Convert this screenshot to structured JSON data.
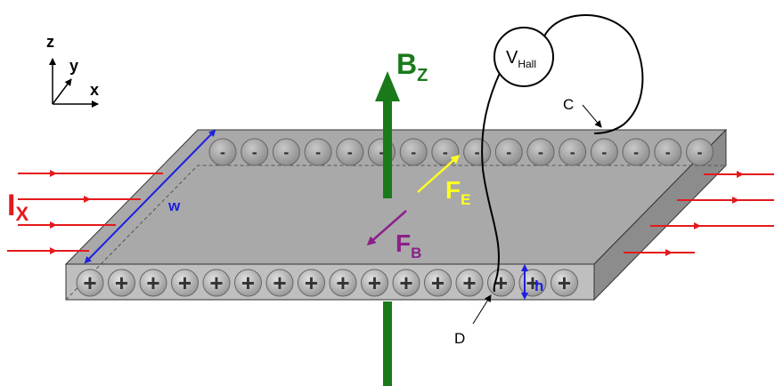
{
  "axes": {
    "z": "z",
    "y": "y",
    "x": "x"
  },
  "labels": {
    "bz_main": "B",
    "bz_sub": "Z",
    "vhall_main": "V",
    "vhall_sub": "Hall",
    "c": "C",
    "d": "D",
    "ix_main": "I",
    "ix_sub": "X",
    "w": "w",
    "h": "h",
    "fe_main": "F",
    "fe_sub": "E",
    "fb_main": "F",
    "fb_sub": "B"
  },
  "charges": {
    "top": "-",
    "bottom": "+",
    "top_count": 16,
    "bottom_count": 16
  },
  "colors": {
    "magnetic_field": "#1a7a1a",
    "current": "#e31a1c",
    "electric_force": "#ffff22",
    "magnetic_force": "#8b1f8b",
    "dimension": "#1f1fe0",
    "slab_top": "#a9a9a9",
    "slab_front": "#bfbfbf",
    "slab_side": "#8c8c8c"
  }
}
